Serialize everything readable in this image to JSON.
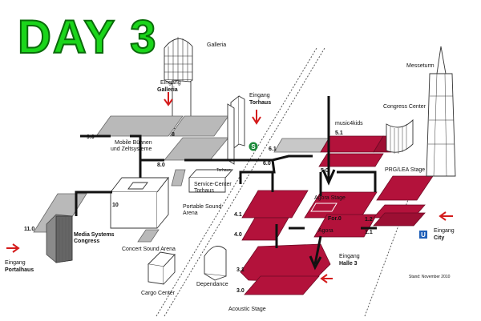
{
  "title": "DAY 3",
  "colors": {
    "title_green": "#1bd51b",
    "hall_red": "#b3123b",
    "hall_grey": "#b9b9b9",
    "arrow_red": "#d41b1b"
  },
  "labels": {
    "galleria_top": "Galleria",
    "eingang_galleria_1": "Eingang",
    "eingang_galleria_2": "Galleria",
    "eingang_torhaus_1": "Eingang",
    "eingang_torhaus_2": "Torhaus",
    "mobile_buehnen_1": "Mobile Bühnen",
    "mobile_buehnen_2": "und Zeltsysteme",
    "torhaus_small": "Torhaus",
    "service_center_1": "Service-Center",
    "service_center_2": "Torhaus",
    "portable_sound_1": "Portable Sound",
    "portable_sound_2": "Arena",
    "media_systems_1": "Media Systems",
    "media_systems_2": "Congress",
    "concert_sound_arena": "Concert Sound Arena",
    "cargo_center": "Cargo Center",
    "dependance": "Dependance",
    "eingang_portalhaus_1": "Eingang",
    "eingang_portalhaus_2": "Portalhaus",
    "music4kids": "music4kids",
    "congress_center": "Congress Center",
    "messeturm": "Messeturm",
    "prg_lea_stage": "PRG/LEA Stage",
    "agora_stage": "Agora Stage",
    "for0": "For.0",
    "agora": "Agora",
    "eingang_halle3_1": "Eingang",
    "eingang_halle3_2": "Halle 3",
    "eingang_city_1": "Eingang",
    "eingang_city_2": "City",
    "acoustic_stage": "Acoustic Stage",
    "stand": "Stand: November 2010",
    "s_badge": "S",
    "u_badge": "U"
  },
  "hall_numbers": {
    "h9_0": "9.0",
    "h8": "8",
    "h8_0": "8.0",
    "h10": "10",
    "h11_0": "11.0",
    "h6_0": "6.0",
    "h6_1": "6.1",
    "h5_1": "5.1",
    "h5_0": "5.0",
    "h4_1": "4.1",
    "h4_0": "4.0",
    "h3_1": "3.1",
    "h3_0": "3.0",
    "h1_2": "1.2",
    "h1_1": "1.1"
  }
}
